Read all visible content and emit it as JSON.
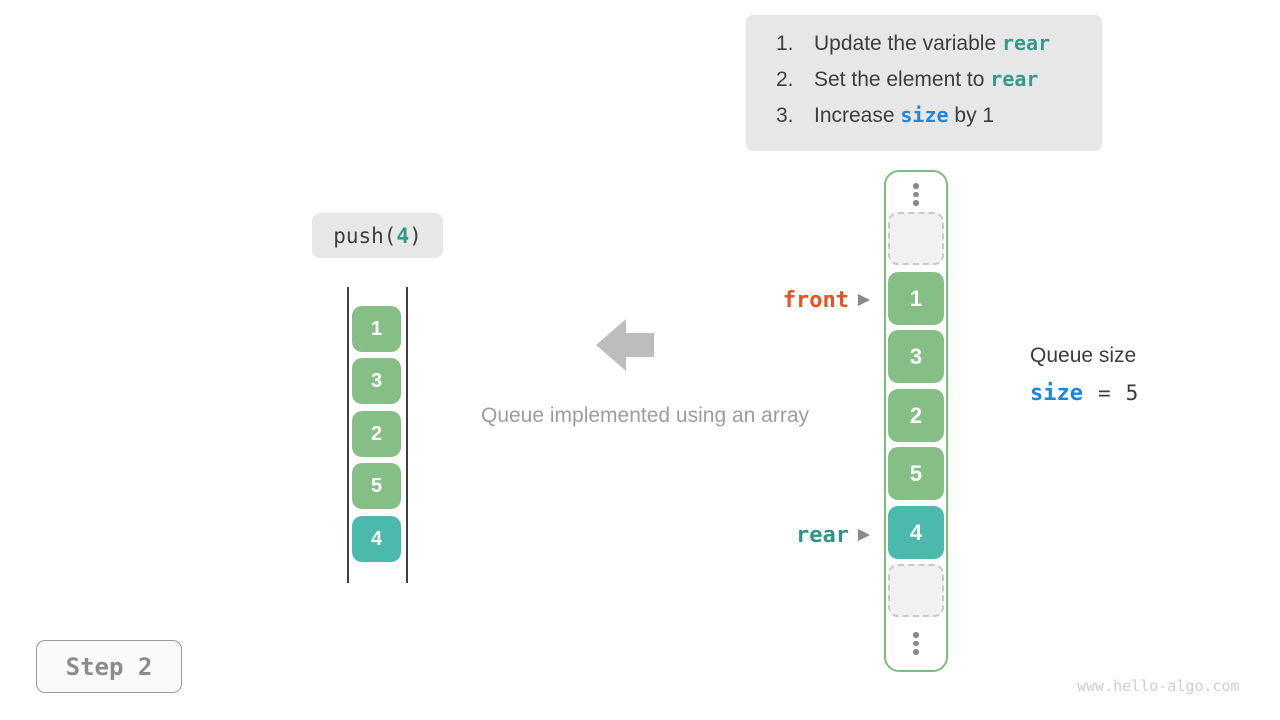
{
  "colors": {
    "cell_green": "#86bf86",
    "cell_teal": "#4cb9ad",
    "frame_green": "#7dbd7d",
    "code_teal": "#359a8a",
    "code_blue": "#1b87dd",
    "front_orange": "#e8521c",
    "rear_teal": "#2f9488",
    "panel_gray": "#e7e7e7"
  },
  "instruction_panel": {
    "items": [
      {
        "number": "1.",
        "text_before": "Update the variable ",
        "code": "rear",
        "text_after": ""
      },
      {
        "number": "2.",
        "text_before": "Set the element to ",
        "code": "rear",
        "text_after": ""
      },
      {
        "number": "3.",
        "text_before": "Increase ",
        "code": "size",
        "text_after": " by 1"
      }
    ]
  },
  "push_label": {
    "prefix": "push(",
    "arg": "4",
    "suffix": ")"
  },
  "left_queue": {
    "cells": [
      {
        "value": "1"
      },
      {
        "value": "3"
      },
      {
        "value": "2"
      },
      {
        "value": "5"
      },
      {
        "value": "4"
      }
    ]
  },
  "center": {
    "caption": "Queue implemented using an array"
  },
  "array_view": {
    "cells": [
      {
        "value": "1"
      },
      {
        "value": "3"
      },
      {
        "value": "2"
      },
      {
        "value": "5"
      },
      {
        "value": "4"
      }
    ]
  },
  "pointers": {
    "front": "front",
    "rear": "rear"
  },
  "queue_size": {
    "title": "Queue size",
    "variable": "size",
    "equals": "=",
    "value": "5"
  },
  "step_badge": {
    "label": "Step 2"
  },
  "watermark": {
    "text": "www.hello-algo.com"
  }
}
